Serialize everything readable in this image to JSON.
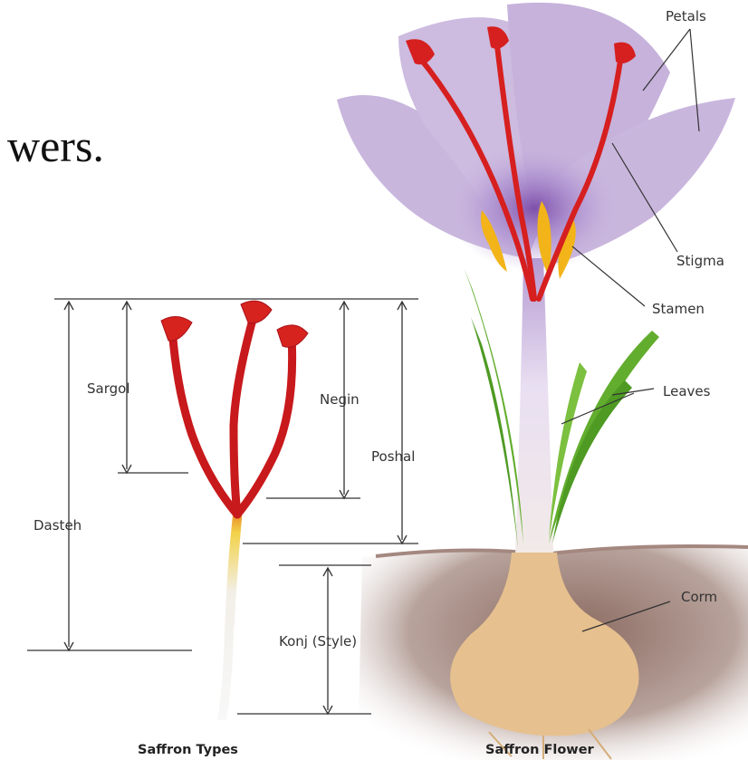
{
  "text_fragment": "wers.",
  "labels": {
    "petals": "Petals",
    "stigma": "Stigma",
    "stamen": "Stamen",
    "leaves": "Leaves",
    "corm": "Corm",
    "sargol": "Sargol",
    "negin": "Negin",
    "poshal": "Poshal",
    "dasteh": "Dasteh",
    "konj": "Konj (Style)"
  },
  "captions": {
    "types": "Saffron Types",
    "flower": "Saffron Flower"
  },
  "colors": {
    "petal": "#c9b6dd",
    "petal_center": "#8e63b8",
    "stigma": "#d61f1f",
    "stamen": "#f2b418",
    "leaf": "#62ad2e",
    "soil": "#b29a93",
    "corm": "#e6c08e",
    "line": "#333333"
  }
}
